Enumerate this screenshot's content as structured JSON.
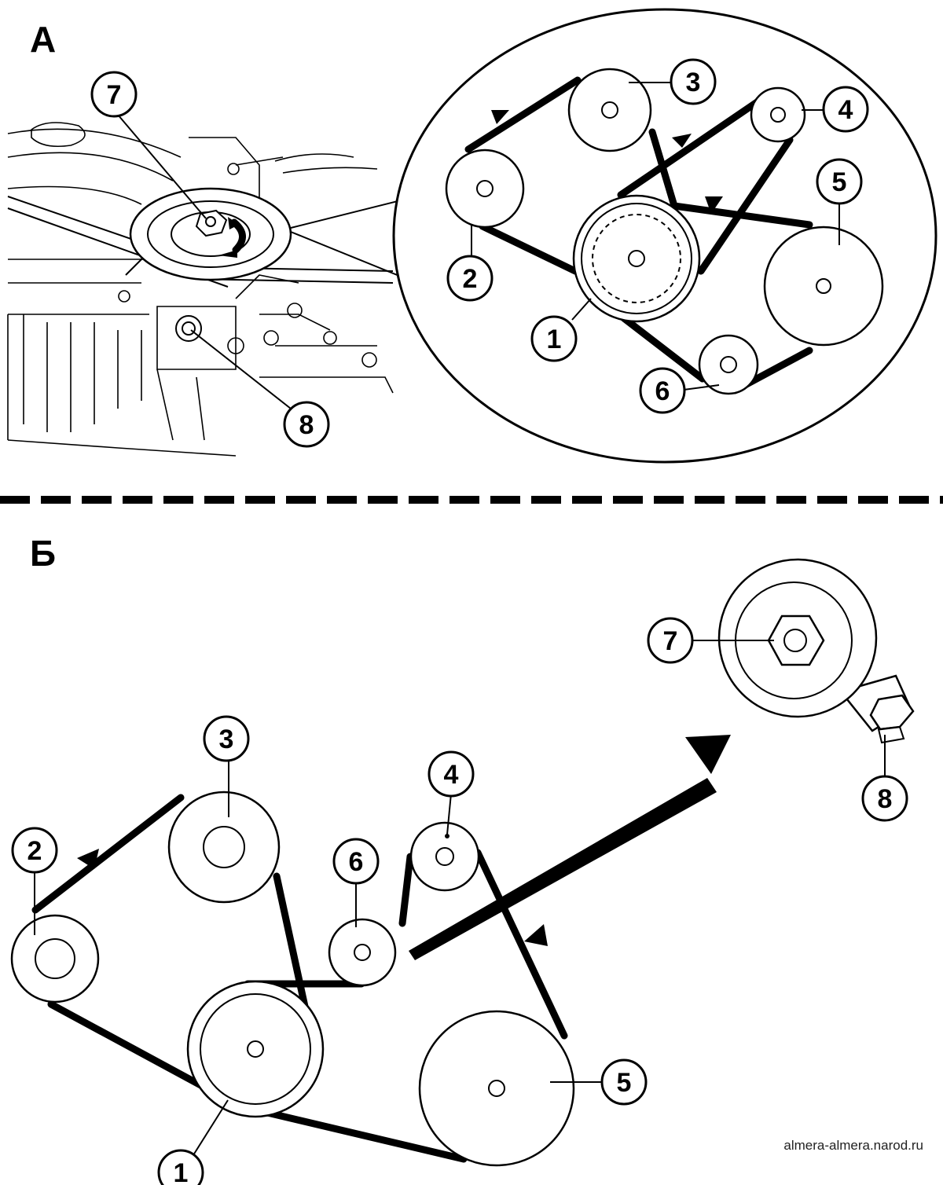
{
  "panels": [
    {
      "id": "A",
      "label": "А"
    },
    {
      "id": "B",
      "label": "Б"
    }
  ],
  "callouts": {
    "n1": "1",
    "n2": "2",
    "n3": "3",
    "n4": "4",
    "n5": "5",
    "n6": "6",
    "n7": "7",
    "n8": "8"
  },
  "credit": "almera-almera.narod.ru"
}
